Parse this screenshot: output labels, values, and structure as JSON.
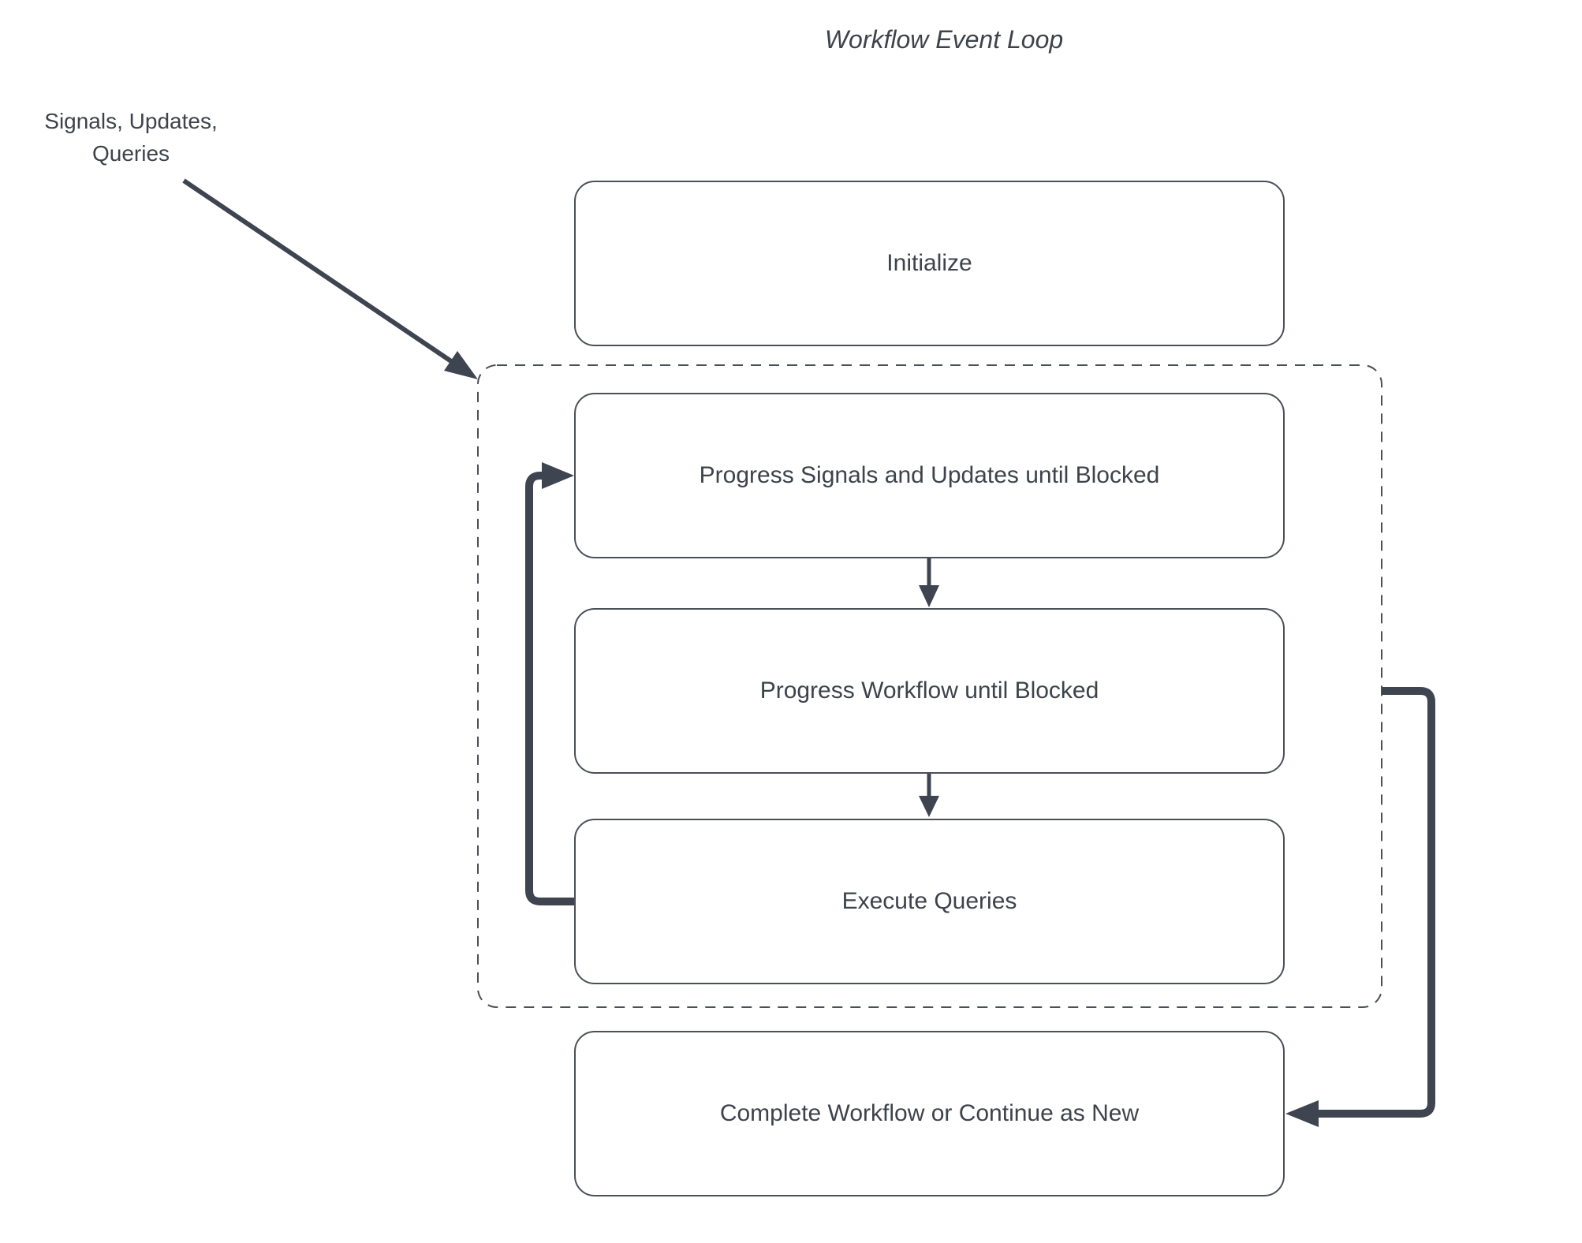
{
  "title": "Workflow Event Loop",
  "external_label": {
    "line1": "Signals, Updates,",
    "line2": "Queries"
  },
  "nodes": {
    "initialize": {
      "label": "Initialize"
    },
    "progress_signals": {
      "label": "Progress Signals and Updates until Blocked"
    },
    "progress_workflow": {
      "label": "Progress Workflow until Blocked"
    },
    "execute_queries": {
      "label": "Execute Queries"
    },
    "complete": {
      "label": "Complete Workflow or Continue as New"
    }
  },
  "groups": {
    "event_loop": {
      "description": "dashed container around the three loop steps"
    }
  },
  "connectors": [
    {
      "name": "external-input-arrow",
      "from": "external-events-label",
      "to": "event-loop-group",
      "style": "thin-diagonal"
    },
    {
      "name": "signals-to-workflow",
      "from": "progress_signals",
      "to": "progress_workflow",
      "style": "thin-down"
    },
    {
      "name": "workflow-to-queries",
      "from": "progress_workflow",
      "to": "execute_queries",
      "style": "thin-down"
    },
    {
      "name": "loop-back-arrow",
      "from": "execute_queries",
      "to": "progress_signals",
      "style": "thick-elbow-left"
    },
    {
      "name": "loop-exit-arrow",
      "from": "event-loop-group",
      "to": "complete",
      "style": "thick-elbow-right"
    }
  ],
  "colors": {
    "background": "#ffffff",
    "ink": "#3e4450",
    "node_border": "#4b5058",
    "text": "#3e434b"
  }
}
